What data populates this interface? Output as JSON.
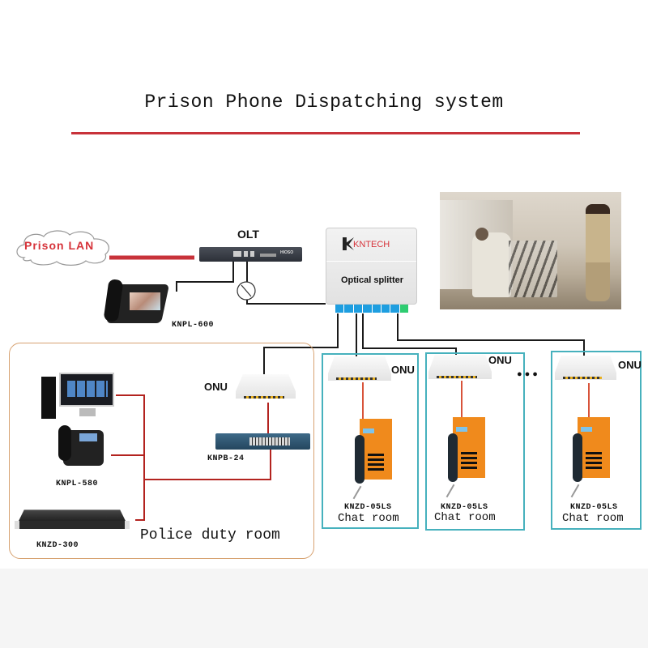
{
  "title": "Prison Phone Dispatching system",
  "colors": {
    "title_rule": "#c8323a",
    "red_wire": "#b3231f",
    "black_wire": "#1a1a1a",
    "police_box_border": "#d7a271",
    "chat_box_border": "#46b1bd",
    "lan_text": "#d6333a",
    "kntech_logo": "#d6333a",
    "splitter_port": "#1e9ee0",
    "splitter_port_last": "#2ecc71",
    "phone_orange": "#f08a1c",
    "footer_band": "#f5f5f5"
  },
  "network": {
    "lan_label": "Prison LAN",
    "olt_label": "OLT",
    "olt_brand": "HIOSO",
    "knpl600_label": "KNPL-600",
    "splitter_brand": "KNTECH",
    "splitter_label": "Optical splitter",
    "splitter_port_count": 8
  },
  "police_room": {
    "title": "Police duty room",
    "onu_label": "ONU",
    "switch_label": "KNPB-24",
    "phone_label": "KNPL-580",
    "server_label": "KNZD-300"
  },
  "chat_rooms": [
    {
      "onu_label": "ONU",
      "phone_label": "KNZD-05LS",
      "room_title": "Chat room"
    },
    {
      "onu_label": "ONU",
      "phone_label": "KNZD-05LS",
      "room_title": "Chat room"
    },
    {
      "onu_label": "ONU",
      "phone_label": "KNZD-05LS",
      "room_title": "Chat room"
    }
  ],
  "ellipsis": "●●●",
  "photo_description": "Inmate using visitation phone while guard stands watch"
}
